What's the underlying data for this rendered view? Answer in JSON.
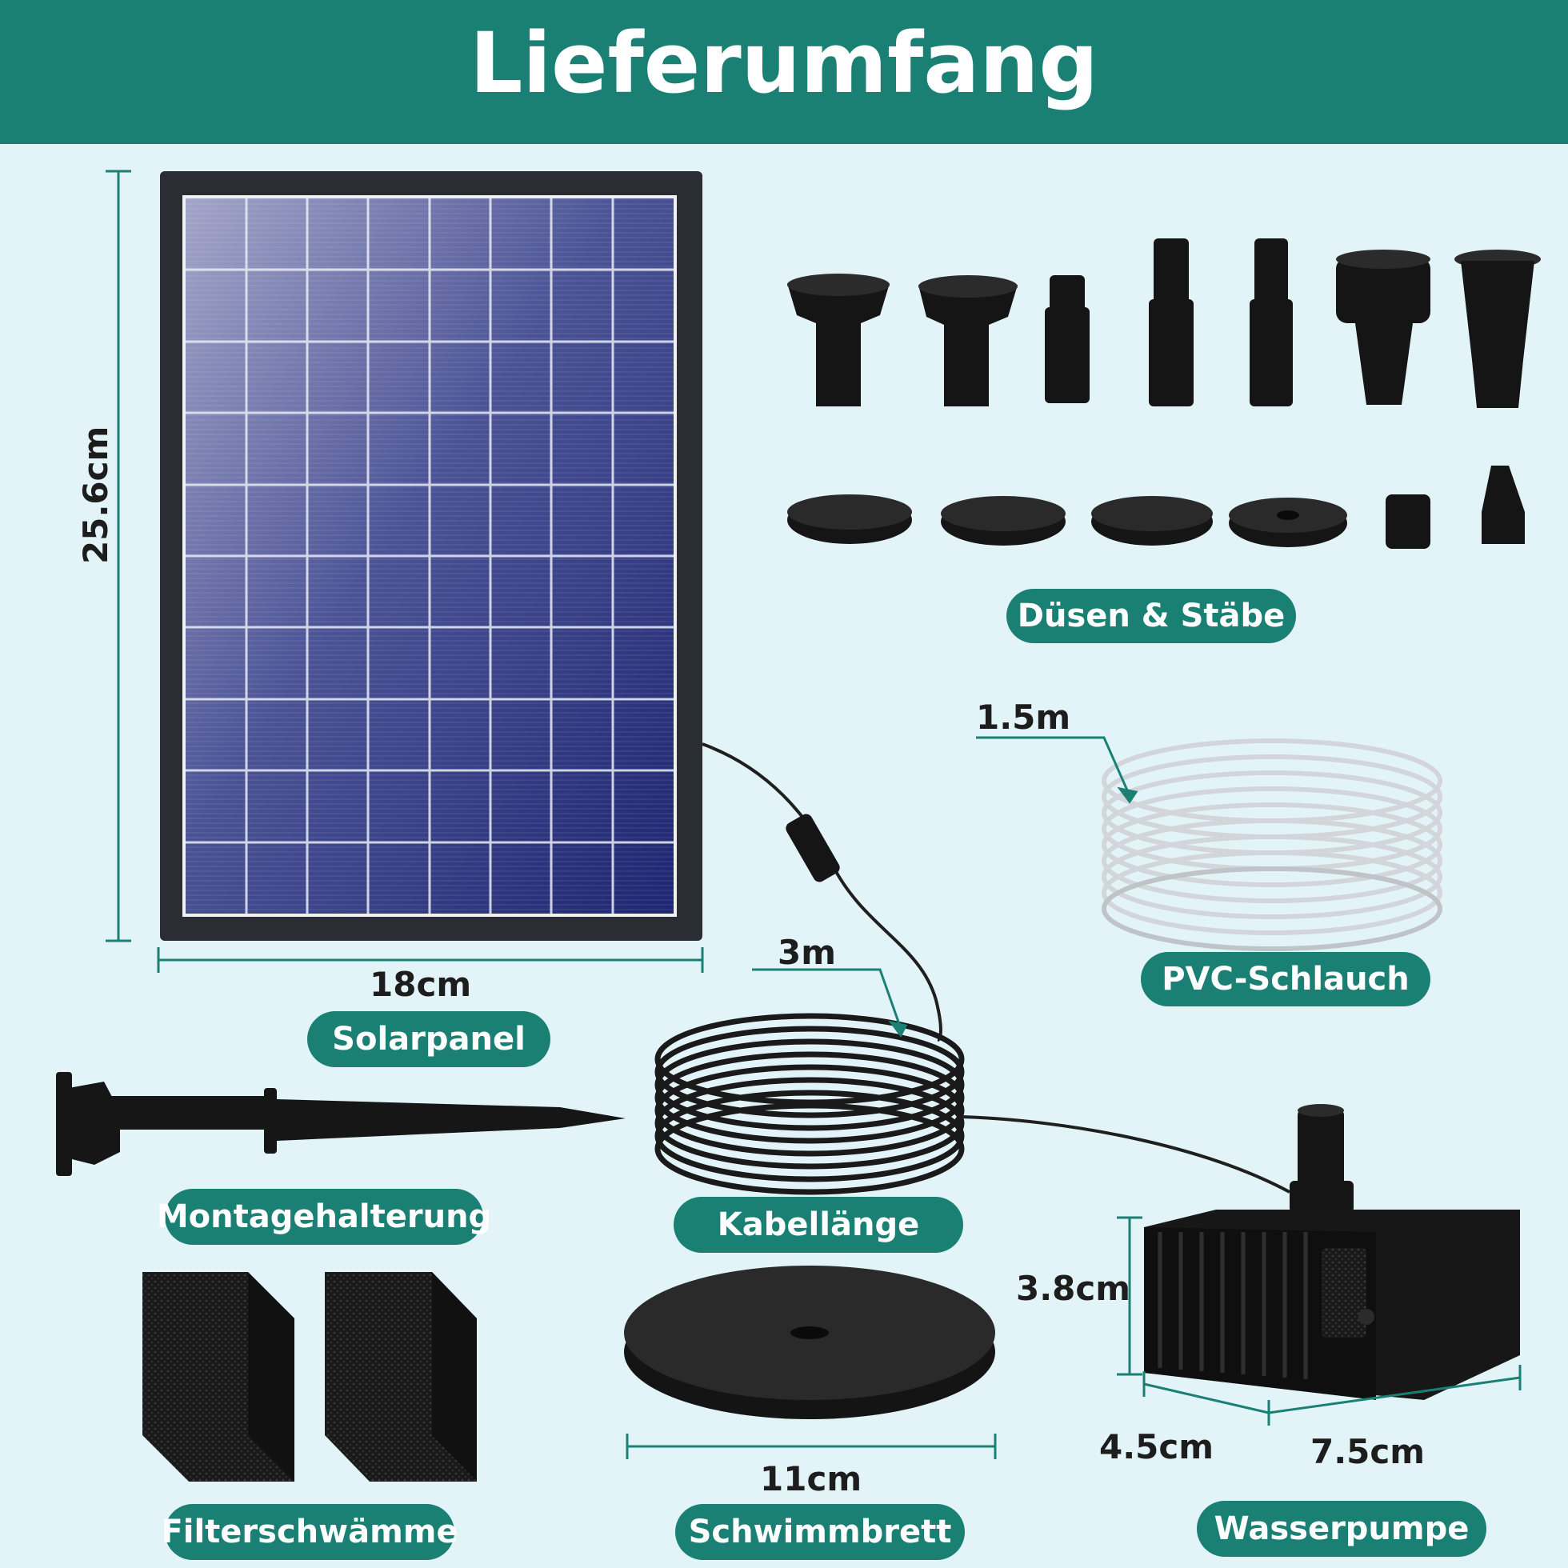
{
  "header": {
    "title": "Lieferumfang"
  },
  "colors": {
    "accent": "#1a8074",
    "background": "#e3f4f8",
    "ink": "#1d1d1d"
  },
  "items": {
    "solar_panel": {
      "label": "Solarpanel",
      "width": "18cm",
      "height": "25.6cm",
      "icon": "solar-panel-icon"
    },
    "nozzles": {
      "label": "Düsen & Stäbe",
      "icon": "nozzle-set-icon"
    },
    "pvc_hose": {
      "label": "PVC-Schlauch",
      "length": "1.5m",
      "icon": "hose-coil-icon"
    },
    "cable": {
      "label": "Kabellänge",
      "length": "3m",
      "icon": "cable-coil-icon"
    },
    "mount": {
      "label": "Montagehalterung",
      "icon": "ground-stake-icon"
    },
    "filters": {
      "label": "Filterschwämme",
      "icon": "filter-sponge-icon"
    },
    "float_board": {
      "label": "Schwimmbrett",
      "diameter": "11cm",
      "icon": "float-disc-icon"
    },
    "pump": {
      "label": "Wasserpumpe",
      "height": "3.8cm",
      "depth": "4.5cm",
      "width": "7.5cm",
      "icon": "water-pump-icon"
    }
  }
}
